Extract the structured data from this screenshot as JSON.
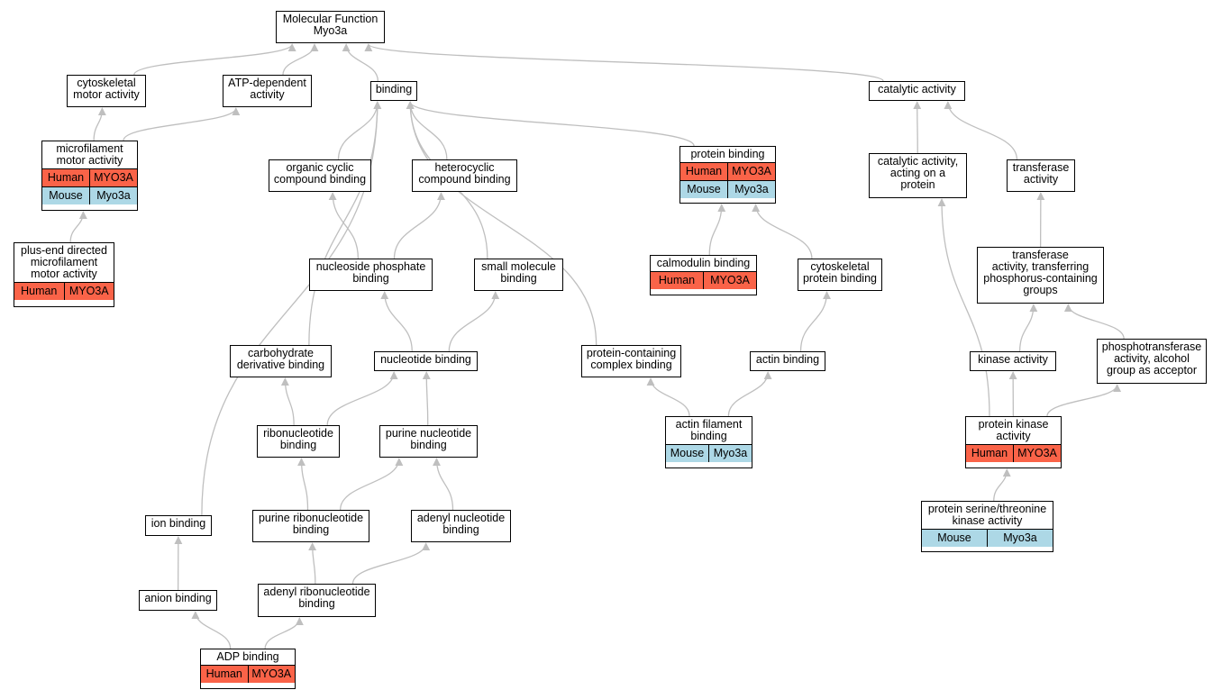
{
  "diagram": {
    "type": "GO molecular function graph",
    "colors": {
      "human": "#fa6348",
      "mouse": "#add8e6",
      "edge": "#bfbfbf",
      "border": "#000000"
    },
    "nodes": {
      "root": {
        "title": "Molecular Function\nMyo3a"
      },
      "cytoskeletal_motor": {
        "title": "cytoskeletal\nmotor activity"
      },
      "atp_dependent": {
        "title": "ATP-dependent\nactivity"
      },
      "binding": {
        "title": "binding"
      },
      "catalytic": {
        "title": "catalytic activity"
      },
      "microfilament_motor": {
        "title": "microfilament\nmotor activity",
        "rows": [
          {
            "species": "Human",
            "gene": "MYO3A"
          },
          {
            "species": "Mouse",
            "gene": "Myo3a"
          }
        ]
      },
      "plus_end": {
        "title": "plus-end directed\nmicrofilament\nmotor activity",
        "rows": [
          {
            "species": "Human",
            "gene": "MYO3A"
          }
        ]
      },
      "organic_cyclic": {
        "title": "organic cyclic\ncompound binding"
      },
      "heterocyclic": {
        "title": "heterocyclic\ncompound binding"
      },
      "protein_binding": {
        "title": "protein binding",
        "rows": [
          {
            "species": "Human",
            "gene": "MYO3A"
          },
          {
            "species": "Mouse",
            "gene": "Myo3a"
          }
        ]
      },
      "catalytic_protein": {
        "title": "catalytic activity,\nacting on a\nprotein"
      },
      "transferase": {
        "title": "transferase\nactivity"
      },
      "nucleoside_phosphate": {
        "title": "nucleoside phosphate\nbinding"
      },
      "small_molecule": {
        "title": "small molecule\nbinding"
      },
      "calmodulin": {
        "title": "calmodulin binding",
        "rows": [
          {
            "species": "Human",
            "gene": "MYO3A"
          }
        ]
      },
      "cytoskeletal_protein": {
        "title": "cytoskeletal\nprotein binding"
      },
      "transferase_phosphorus": {
        "title": "transferase\nactivity, transferring\nphosphorus-containing\ngroups"
      },
      "carbohydrate_derivative": {
        "title": "carbohydrate\nderivative binding"
      },
      "nucleotide": {
        "title": "nucleotide binding"
      },
      "protein_complex": {
        "title": "protein-containing\ncomplex binding"
      },
      "actin": {
        "title": "actin binding"
      },
      "kinase": {
        "title": "kinase activity"
      },
      "phosphotransferase": {
        "title": "phosphotransferase\nactivity, alcohol\ngroup as acceptor"
      },
      "ribonucleotide": {
        "title": "ribonucleotide\nbinding"
      },
      "purine_nucleotide": {
        "title": "purine nucleotide\nbinding"
      },
      "actin_filament": {
        "title": "actin filament\nbinding",
        "rows": [
          {
            "species": "Mouse",
            "gene": "Myo3a"
          }
        ]
      },
      "protein_kinase": {
        "title": "protein kinase\nactivity",
        "rows": [
          {
            "species": "Human",
            "gene": "MYO3A"
          }
        ]
      },
      "ion": {
        "title": "ion binding"
      },
      "purine_ribonucleotide": {
        "title": "purine ribonucleotide\nbinding"
      },
      "adenyl_nucleotide": {
        "title": "adenyl nucleotide\nbinding"
      },
      "ser_thr_kinase": {
        "title": "protein serine/threonine\nkinase activity",
        "rows": [
          {
            "species": "Mouse",
            "gene": "Myo3a"
          }
        ]
      },
      "anion": {
        "title": "anion binding"
      },
      "adenyl_ribonucleotide": {
        "title": "adenyl ribonucleotide\nbinding"
      },
      "adp": {
        "title": "ADP binding",
        "rows": [
          {
            "species": "Human",
            "gene": "MYO3A"
          }
        ]
      }
    },
    "edges": [
      [
        "cytoskeletal_motor",
        "root"
      ],
      [
        "atp_dependent",
        "root"
      ],
      [
        "binding",
        "root"
      ],
      [
        "catalytic",
        "root"
      ],
      [
        "microfilament_motor",
        "cytoskeletal_motor"
      ],
      [
        "microfilament_motor",
        "atp_dependent"
      ],
      [
        "plus_end",
        "microfilament_motor"
      ],
      [
        "organic_cyclic",
        "binding"
      ],
      [
        "heterocyclic",
        "binding"
      ],
      [
        "protein_binding",
        "binding"
      ],
      [
        "small_molecule",
        "binding"
      ],
      [
        "carbohydrate_derivative",
        "binding"
      ],
      [
        "ion",
        "binding"
      ],
      [
        "protein_complex",
        "binding"
      ],
      [
        "catalytic_protein",
        "catalytic"
      ],
      [
        "transferase",
        "catalytic"
      ],
      [
        "nucleoside_phosphate",
        "organic_cyclic"
      ],
      [
        "nucleoside_phosphate",
        "heterocyclic"
      ],
      [
        "calmodulin",
        "protein_binding"
      ],
      [
        "cytoskeletal_protein",
        "protein_binding"
      ],
      [
        "transferase_phosphorus",
        "transferase"
      ],
      [
        "nucleotide",
        "nucleoside_phosphate"
      ],
      [
        "nucleotide",
        "small_molecule"
      ],
      [
        "actin",
        "cytoskeletal_protein"
      ],
      [
        "kinase",
        "transferase_phosphorus"
      ],
      [
        "phosphotransferase",
        "transferase_phosphorus"
      ],
      [
        "ribonucleotide",
        "carbohydrate_derivative"
      ],
      [
        "ribonucleotide",
        "nucleotide"
      ],
      [
        "purine_nucleotide",
        "nucleotide"
      ],
      [
        "actin_filament",
        "protein_complex"
      ],
      [
        "actin_filament",
        "actin"
      ],
      [
        "protein_kinase",
        "kinase"
      ],
      [
        "protein_kinase",
        "phosphotransferase"
      ],
      [
        "protein_kinase",
        "catalytic_protein"
      ],
      [
        "purine_ribonucleotide",
        "ribonucleotide"
      ],
      [
        "purine_ribonucleotide",
        "purine_nucleotide"
      ],
      [
        "adenyl_nucleotide",
        "purine_nucleotide"
      ],
      [
        "ser_thr_kinase",
        "protein_kinase"
      ],
      [
        "anion",
        "ion"
      ],
      [
        "adenyl_ribonucleotide",
        "purine_ribonucleotide"
      ],
      [
        "adenyl_ribonucleotide",
        "adenyl_nucleotide"
      ],
      [
        "adp",
        "anion"
      ],
      [
        "adp",
        "adenyl_ribonucleotide"
      ]
    ]
  }
}
